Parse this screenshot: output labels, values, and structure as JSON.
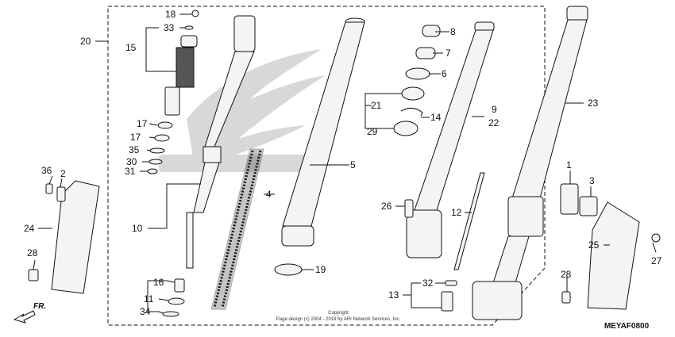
{
  "diagram": {
    "code": "MEYAF0800",
    "direction_label": "FR.",
    "copyright_line1": "Copyright",
    "copyright_line2": "Page design (c) 2004 - 2019 by ARI Network Services, Inc.",
    "callouts": {
      "n1": "1",
      "n2": "2",
      "n3": "3",
      "n4": "4",
      "n5": "5",
      "n6": "6",
      "n7": "7",
      "n8": "8",
      "n9": "9",
      "n10": "10",
      "n11": "11",
      "n12": "12",
      "n13": "13",
      "n14": "14",
      "n15": "15",
      "n16": "16",
      "n17a": "17",
      "n17b": "17",
      "n18": "18",
      "n19": "19",
      "n20": "20",
      "n21": "21",
      "n22": "22",
      "n23": "23",
      "n24": "24",
      "n25": "25",
      "n26": "26",
      "n27": "27",
      "n28a": "28",
      "n28b": "28",
      "n29": "29",
      "n30": "30",
      "n31": "31",
      "n32": "32",
      "n33": "33",
      "n34": "34",
      "n35": "35",
      "n36": "36"
    }
  }
}
